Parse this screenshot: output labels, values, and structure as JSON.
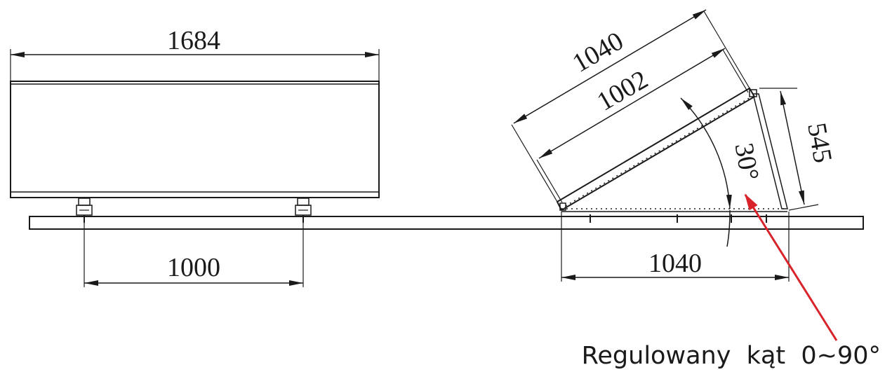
{
  "dimensions": {
    "panel_width": "1684",
    "foot_spacing": "1000",
    "panel_length": "1040",
    "inner_length": "1002",
    "support_height": "545",
    "base_length": "1040",
    "tilt_angle": "30°"
  },
  "annotation": {
    "caption": "Regulowany  kąt  0~90°",
    "arrow_color": "#d9232a"
  },
  "colors": {
    "line": "#1a1a1a",
    "background": "#ffffff"
  }
}
